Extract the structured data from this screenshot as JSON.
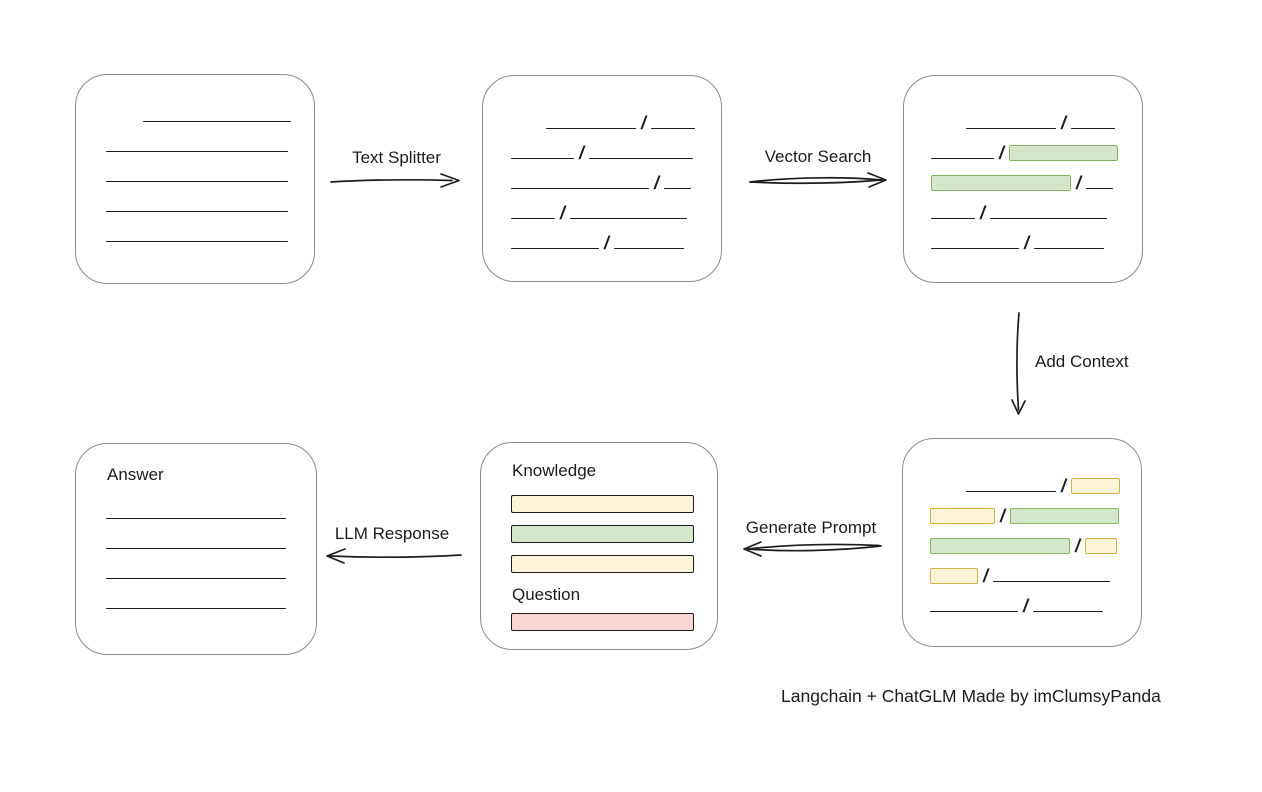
{
  "diagram": {
    "caption": "Langchain + ChatGLM Made by imClumsyPanda",
    "slash_char": "/",
    "arrow_labels": {
      "text_splitter": "Text Splitter",
      "vector_search": "Vector Search",
      "add_context": "Add Context",
      "generate_prompt": "Generate Prompt",
      "llm_response": "LLM Response"
    },
    "box_titles": {
      "answer": "Answer",
      "knowledge": "Knowledge",
      "question": "Question"
    },
    "colors": {
      "ink": "#1c1c1c",
      "box_border": "#8c8c8c",
      "green_fill": "#d5e7cb",
      "green_stroke": "#85b263",
      "yellow_fill": "#fdf4d8",
      "yellow_stroke": "#d2b14c",
      "red_fill": "#f8d6d3",
      "red_stroke": "#bb5552"
    },
    "boxes": {
      "document": {
        "rows": [
          [
            {
              "t": "gap",
              "w": 32
            },
            {
              "t": "line",
              "w": 148
            }
          ],
          [
            {
              "t": "line",
              "w": 182
            }
          ],
          [
            {
              "t": "line",
              "w": 182
            }
          ],
          [
            {
              "t": "line",
              "w": 182
            }
          ],
          [
            {
              "t": "line",
              "w": 182
            }
          ]
        ]
      },
      "chunks": {
        "rows": [
          [
            {
              "t": "gap",
              "w": 30
            },
            {
              "t": "line",
              "w": 90
            },
            {
              "t": "slash"
            },
            {
              "t": "line",
              "w": 44
            }
          ],
          [
            {
              "t": "line",
              "w": 63
            },
            {
              "t": "slash"
            },
            {
              "t": "line",
              "w": 104
            }
          ],
          [
            {
              "t": "line",
              "w": 138
            },
            {
              "t": "slash"
            },
            {
              "t": "line",
              "w": 27
            }
          ],
          [
            {
              "t": "line",
              "w": 44
            },
            {
              "t": "slash"
            },
            {
              "t": "line",
              "w": 117
            }
          ],
          [
            {
              "t": "line",
              "w": 88
            },
            {
              "t": "slash"
            },
            {
              "t": "line",
              "w": 70
            }
          ]
        ]
      },
      "chunks_matched": {
        "rows": [
          [
            {
              "t": "gap",
              "w": 30
            },
            {
              "t": "line",
              "w": 90
            },
            {
              "t": "slash"
            },
            {
              "t": "line",
              "w": 44
            }
          ],
          [
            {
              "t": "line",
              "w": 63
            },
            {
              "t": "slash"
            },
            {
              "t": "chunk",
              "c": "green",
              "w": 107
            }
          ],
          [
            {
              "t": "chunk",
              "c": "green",
              "w": 138
            },
            {
              "t": "slash"
            },
            {
              "t": "line",
              "w": 27
            }
          ],
          [
            {
              "t": "line",
              "w": 44
            },
            {
              "t": "slash"
            },
            {
              "t": "line",
              "w": 117
            }
          ],
          [
            {
              "t": "line",
              "w": 88
            },
            {
              "t": "slash"
            },
            {
              "t": "line",
              "w": 70
            }
          ]
        ]
      },
      "chunks_context": {
        "rows": [
          [
            {
              "t": "gap",
              "w": 31
            },
            {
              "t": "line",
              "w": 90
            },
            {
              "t": "slash"
            },
            {
              "t": "chunk",
              "c": "yellow",
              "w": 47
            }
          ],
          [
            {
              "t": "chunk",
              "c": "yellow",
              "w": 63
            },
            {
              "t": "slash"
            },
            {
              "t": "chunk",
              "c": "green",
              "w": 107
            }
          ],
          [
            {
              "t": "chunk",
              "c": "green",
              "w": 138
            },
            {
              "t": "slash"
            },
            {
              "t": "chunk",
              "c": "yellow",
              "w": 30
            }
          ],
          [
            {
              "t": "chunk",
              "c": "yellow",
              "w": 46
            },
            {
              "t": "slash"
            },
            {
              "t": "line",
              "w": 117
            }
          ],
          [
            {
              "t": "line",
              "w": 88
            },
            {
              "t": "slash"
            },
            {
              "t": "line",
              "w": 70
            }
          ]
        ]
      },
      "answer": {
        "rows": [
          [
            {
              "t": "line",
              "w": 180
            }
          ],
          [
            {
              "t": "line",
              "w": 180
            }
          ],
          [
            {
              "t": "line",
              "w": 180
            }
          ],
          [
            {
              "t": "line",
              "w": 180
            }
          ]
        ]
      },
      "prompt": {
        "knowledge_bars": [
          "yellow",
          "green",
          "yellow"
        ],
        "question_bars": [
          "red"
        ]
      }
    }
  }
}
